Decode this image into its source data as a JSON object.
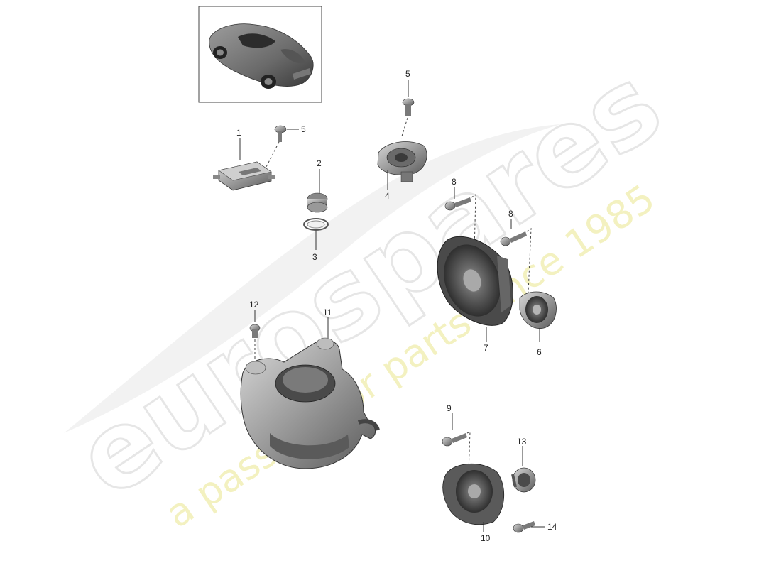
{
  "watermark": {
    "brand": "eurospares",
    "tagline": "a passion for parts since 1985",
    "tagline_color": "#f3f1c0",
    "brand_color": "#e6e6e6"
  },
  "thumbnail": {
    "icon": "car-thumbnail-icon"
  },
  "parts": [
    {
      "n": "1",
      "icon": "control-module-icon"
    },
    {
      "n": "2",
      "icon": "speaker-grille-cap-icon"
    },
    {
      "n": "3",
      "icon": "mounting-ring-icon"
    },
    {
      "n": "4",
      "icon": "tweeter-bracket-icon"
    },
    {
      "n": "5",
      "icon": "screw-icon"
    },
    {
      "n": "5",
      "icon": "screw-icon"
    },
    {
      "n": "6",
      "icon": "tweeter-icon"
    },
    {
      "n": "7",
      "icon": "door-speaker-icon"
    },
    {
      "n": "8",
      "icon": "screw-icon"
    },
    {
      "n": "8",
      "icon": "screw-icon"
    },
    {
      "n": "9",
      "icon": "midrange-speaker-icon"
    },
    {
      "n": "10",
      "icon": "screw-icon"
    },
    {
      "n": "11",
      "icon": "subwoofer-enclosure-icon"
    },
    {
      "n": "12",
      "icon": "bolt-icon"
    },
    {
      "n": "13",
      "icon": "small-tweeter-icon"
    },
    {
      "n": "14",
      "icon": "screw-icon"
    }
  ]
}
